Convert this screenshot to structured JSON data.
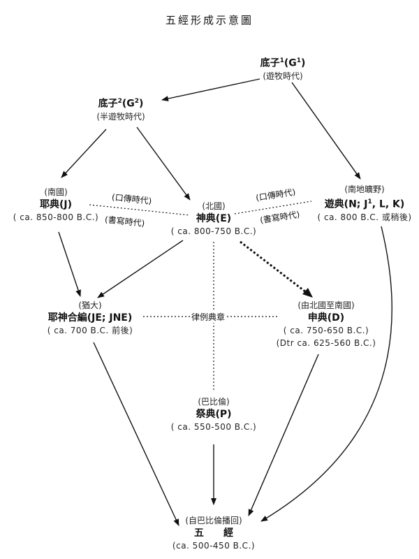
{
  "title": "五經形成示意圖",
  "nodes": {
    "g1": {
      "name": "底子",
      "sup": "1",
      "code": "(G",
      "code_sup": "1",
      "code_end": ")",
      "sub": "(遊牧時代)"
    },
    "g2": {
      "name": "底子",
      "sup": "2",
      "code": "(G",
      "code_sup": "2",
      "code_end": ")",
      "sub": "(半遊牧時代)"
    },
    "j": {
      "pre": "(南國)",
      "name": "耶典(J)",
      "date": "( ca. 850-800 B.C.)"
    },
    "e": {
      "pre": "(北國)",
      "name": "神典(E)",
      "date": "( ca. 800-750 B.C.)"
    },
    "n": {
      "pre": "(南地曠野)",
      "name_a": "遊典(N; J",
      "name_sup": "1",
      "name_b": ", L, K)",
      "date": "( ca. 800 B.C. 或稍後)"
    },
    "je": {
      "pre": "(猶大)",
      "name": "耶神合編(JE; JNE)",
      "date": "( ca. 700 B.C. 前後)"
    },
    "d": {
      "pre": "(由北國至南國)",
      "name": "申典(D)",
      "date": "( ca. 750-650 B.C.)",
      "date2": "(Dtr ca. 625-560 B.C.)"
    },
    "p": {
      "pre": "(巴比倫)",
      "name": "祭典(P)",
      "date": "( ca. 550-500 B.C.)"
    },
    "wu": {
      "pre": "(自巴比倫播回)",
      "name": "五　　經",
      "date": "(ca. 500-450 B.C.)"
    }
  },
  "labels": {
    "oral_left": "(口傳時代)",
    "written_left": "(書寫時代)",
    "oral_right": "(口傳時代)",
    "written_right": "(書寫時代)",
    "law": "律例典章"
  }
}
